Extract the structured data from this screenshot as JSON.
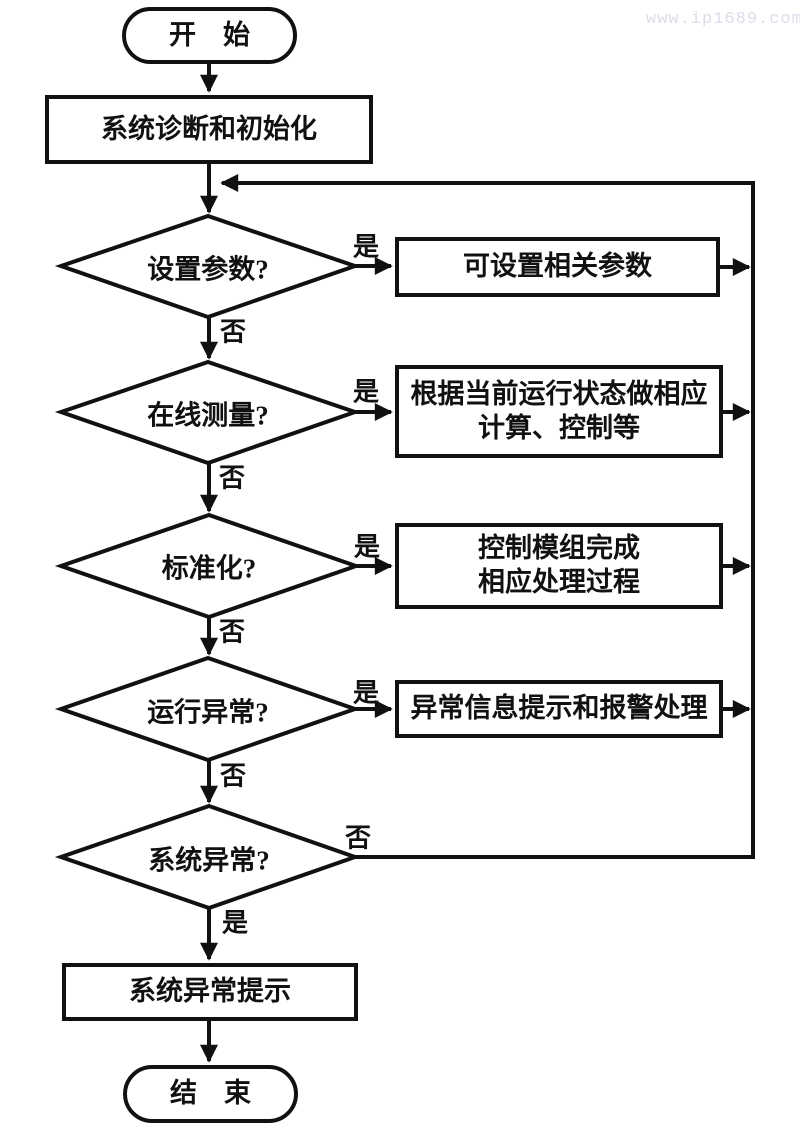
{
  "watermark": "www.ip1689.com",
  "nodes": {
    "start": {
      "label": "开　始"
    },
    "init": {
      "label": "系统诊断和初始化"
    },
    "d1": {
      "label": "设置参数?"
    },
    "b1": {
      "line1": "可设置相关参数"
    },
    "d2": {
      "label": "在线测量?"
    },
    "b2": {
      "line1": "根据当前运行状态做相应",
      "line2": "计算、控制等"
    },
    "d3": {
      "label": "标准化?"
    },
    "b3": {
      "line1": "控制模组完成",
      "line2": "相应处理过程"
    },
    "d4": {
      "label": "运行异常?"
    },
    "b4": {
      "line1": "异常信息提示和报警处理"
    },
    "d5": {
      "label": "系统异常?"
    },
    "alert": {
      "label": "系统异常提示"
    },
    "end": {
      "label": "结　束"
    }
  },
  "edge_labels": {
    "d1_yes": "是",
    "d1_no": "否",
    "d2_yes": "是",
    "d2_no": "否",
    "d3_yes": "是",
    "d3_no": "否",
    "d4_yes": "是",
    "d4_no": "否",
    "d5_no": "否",
    "d5_yes": "是"
  },
  "colors": {
    "line": "#111111",
    "watermark": "#dcdde9",
    "background": "#ffffff"
  }
}
